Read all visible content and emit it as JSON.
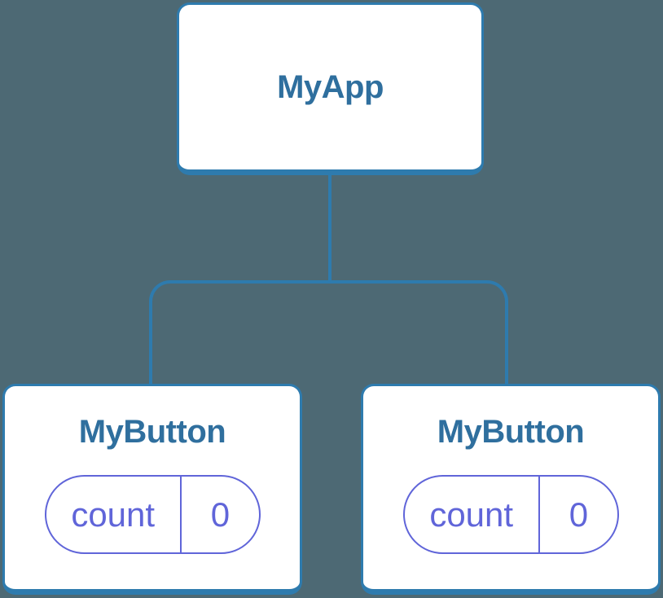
{
  "colors": {
    "background": "#4d6974",
    "connector": "#2e7bae",
    "card_border": "#2e7bae",
    "card_fill": "#ffffff",
    "title_text": "#2f6f9e",
    "state_accent": "#6065d9"
  },
  "tree": {
    "root": {
      "label": "MyApp"
    },
    "children": [
      {
        "label": "MyButton",
        "state": {
          "name": "count",
          "value": "0"
        }
      },
      {
        "label": "MyButton",
        "state": {
          "name": "count",
          "value": "0"
        }
      }
    ]
  }
}
